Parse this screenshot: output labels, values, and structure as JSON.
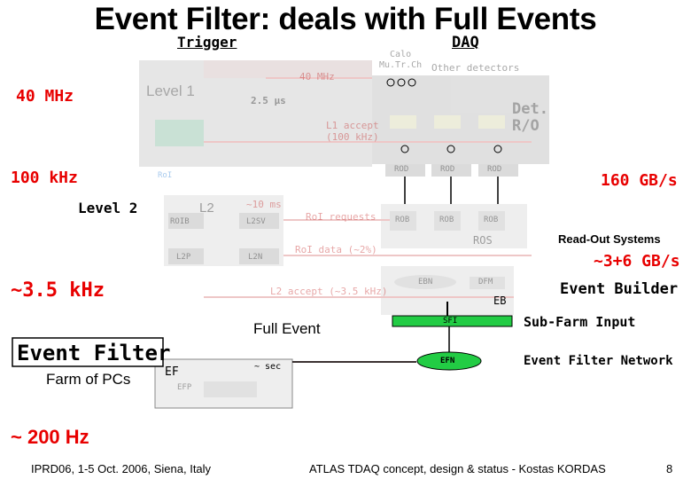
{
  "title": "Event Filter: deals with Full Events",
  "headers": {
    "trigger": "Trigger",
    "daq": "DAQ"
  },
  "left_labels": {
    "rate_40": "40 MHz",
    "rate_100k": "100 kHz",
    "level2": "Level 2",
    "rate_3_5k": "~3.5 kHz",
    "event_filter": "Event Filter",
    "farm": "Farm of PCs",
    "rate_200": "~ 200 Hz"
  },
  "right_labels": {
    "bandwidth_160": "160 GB/s",
    "read_out_systems": "Read-Out Systems",
    "bandwidth_3_6": "~3+6 GB/s",
    "event_builder": "Event Builder",
    "sub_farm_input": "Sub-Farm Input",
    "event_filter_network": "Event Filter Network"
  },
  "diagram": {
    "calo": "Calo\nMu.Tr.Ch",
    "other_detectors": "Other detectors",
    "rate_40_inner": "40 MHz",
    "level1": "Level 1",
    "latency_25": "2.5 μs",
    "l1_accept": "L1 accept\n(100 kHz)",
    "det_ro": "Det.\nR/O",
    "rod": [
      "ROD",
      "ROD",
      "ROD"
    ],
    "roi": "RoI",
    "l2_box": "L2",
    "latency_10ms": "~10 ms",
    "roib": "ROIB",
    "l2sv": "L2SV",
    "roi_requests": "RoI requests",
    "rob": [
      "ROB",
      "ROB",
      "ROB"
    ],
    "ros": "ROS",
    "l2p": "L2P",
    "l2n": "L2N",
    "roi_data": "RoI data (~2%)",
    "l2_accept": "L2 accept (~3.5 kHz)",
    "ebn": "EBN",
    "dfm": "DFM",
    "eb": "EB",
    "full_event": "Full Event",
    "sfi": "SFI",
    "efn": "EFN",
    "ef": "EF",
    "latency_sec": "~ sec",
    "efp": "EFP"
  },
  "footer": {
    "left": "IPRD06, 1-5 Oct. 2006, Siena, Italy",
    "center": "ATLAS TDAQ concept, design & status - Kostas KORDAS",
    "page": "8"
  },
  "colors": {
    "accent_red": "#e80000",
    "green_bar": "#22cc44",
    "pink_line": "#d06060"
  }
}
